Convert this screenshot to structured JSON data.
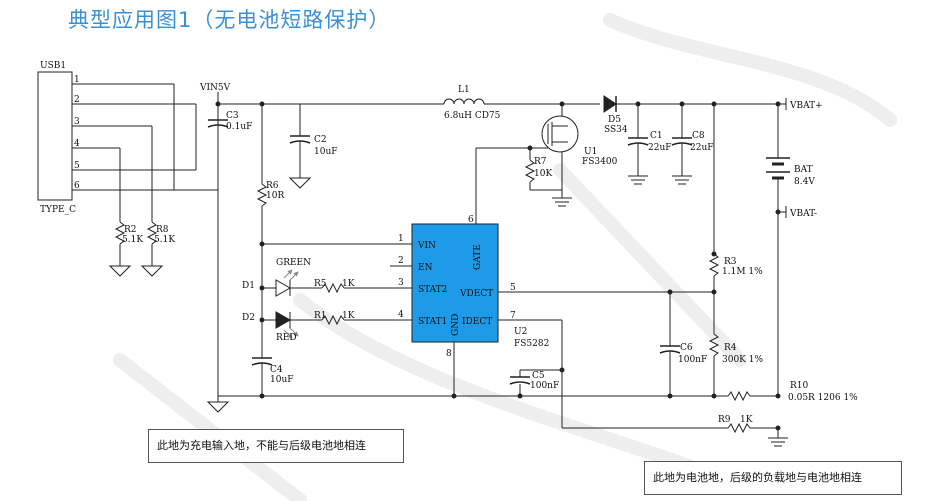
{
  "title": "典型应用图1（无电池短路保护）",
  "labels": {
    "usb_name": "USB1",
    "usb_type": "TYPE_C",
    "pins": [
      "1",
      "2",
      "3",
      "4",
      "5",
      "6"
    ],
    "vin": "VIN5V",
    "c3": "C3",
    "c3v": "0.1uF",
    "c2": "C2",
    "c2v": "10uF",
    "l1": "L1",
    "l1v": "6.8uH CD75",
    "d5": "D5",
    "d5v": "SS34",
    "u1": "U1",
    "u1v": "FS3400",
    "r7": "R7",
    "r7v": "10K",
    "c1": "C1",
    "c1v": "22uF",
    "c8": "C8",
    "c8v": "22uF",
    "vbatp": "VBAT+",
    "bat": "BAT",
    "batv": "8.4V",
    "vbatm": "VBAT-",
    "r6": "R6",
    "r6v": "10R",
    "r2": "R2",
    "r2v": "5.1K",
    "r8": "R8",
    "r8v": "5.1K",
    "green": "GREEN",
    "red": "RED",
    "d1": "D1",
    "d2": "D2",
    "r5": "R5",
    "r5v": "1K",
    "r1": "R1",
    "r1v": "1K",
    "c4": "C4",
    "c4v": "10uF",
    "u2": "U2",
    "u2v": "FS5282",
    "c5": "C5",
    "c5v": "100nF",
    "c6": "C6",
    "c6v": "100nF",
    "r3": "R3",
    "r3v": "1.1M 1%",
    "r4": "R4",
    "r4v": "300K 1%",
    "r10": "R10",
    "r10v": "0.05R 1206 1%",
    "r9": "R9",
    "r9v": "1K",
    "ic_vin": "VIN",
    "ic_en": "EN",
    "ic_stat2": "STAT2",
    "ic_stat1": "STAT1",
    "ic_gate": "GATE",
    "ic_vdect": "VDECT",
    "ic_idect": "IDECT",
    "ic_gnd": "GND",
    "ic_p1": "1",
    "ic_p2": "2",
    "ic_p3": "3",
    "ic_p4": "4",
    "ic_p5": "5",
    "ic_p6": "6",
    "ic_p7": "7",
    "ic_p8": "8"
  },
  "notes": {
    "input_ground": "此地为充电输入地，不能与后级电池地相连",
    "battery_ground": "此地为电池地，后级的负载地与电池地相连"
  },
  "colors": {
    "title": "#3a8fd6",
    "ic_fill": "#1e9be8",
    "wire": "#222222"
  }
}
